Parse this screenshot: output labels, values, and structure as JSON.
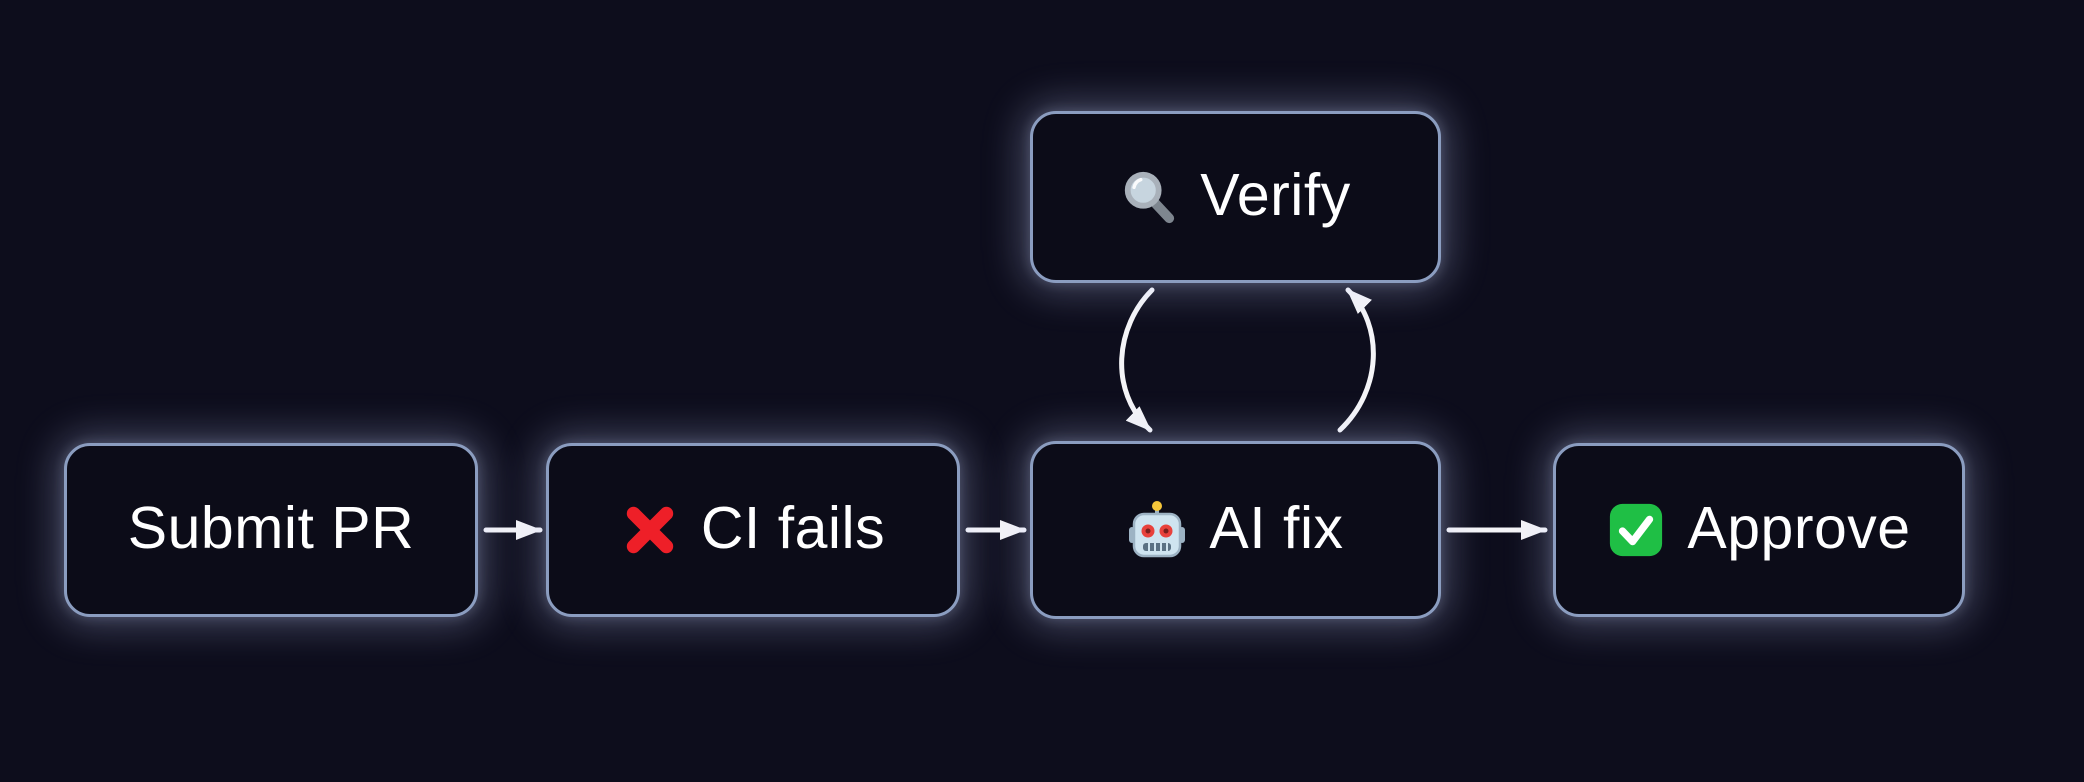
{
  "theme": {
    "page_bg": "#0d0d1c",
    "node_fill": "#0c0c18",
    "node_border": "#8b9dc0",
    "text_color": "#ffffff",
    "arrow_color": "#f4f4f7",
    "glow_color": "rgba(198,210,255,0.28)",
    "cross_red": "#ee1f28",
    "check_green": "#1fbf45",
    "robot_body": "#cfe4f0",
    "lens_gray": "#a9b1ba"
  },
  "diagram": {
    "nodes": [
      {
        "id": "submit-pr",
        "label": "Submit PR",
        "icon": null
      },
      {
        "id": "ci-fails",
        "label": "CI fails",
        "icon": "cross-mark-icon"
      },
      {
        "id": "ai-fix",
        "label": "AI fix",
        "icon": "robot-icon"
      },
      {
        "id": "approve",
        "label": "Approve",
        "icon": "check-mark-icon"
      },
      {
        "id": "verify",
        "label": "Verify",
        "icon": "magnifying-glass-icon"
      }
    ],
    "edges": [
      {
        "from": "submit-pr",
        "to": "ci-fails",
        "shape": "straight"
      },
      {
        "from": "ci-fails",
        "to": "ai-fix",
        "shape": "straight"
      },
      {
        "from": "ai-fix",
        "to": "approve",
        "shape": "straight"
      },
      {
        "from": "verify",
        "to": "ai-fix",
        "shape": "curved-left"
      },
      {
        "from": "ai-fix",
        "to": "verify",
        "shape": "curved-right"
      }
    ]
  }
}
